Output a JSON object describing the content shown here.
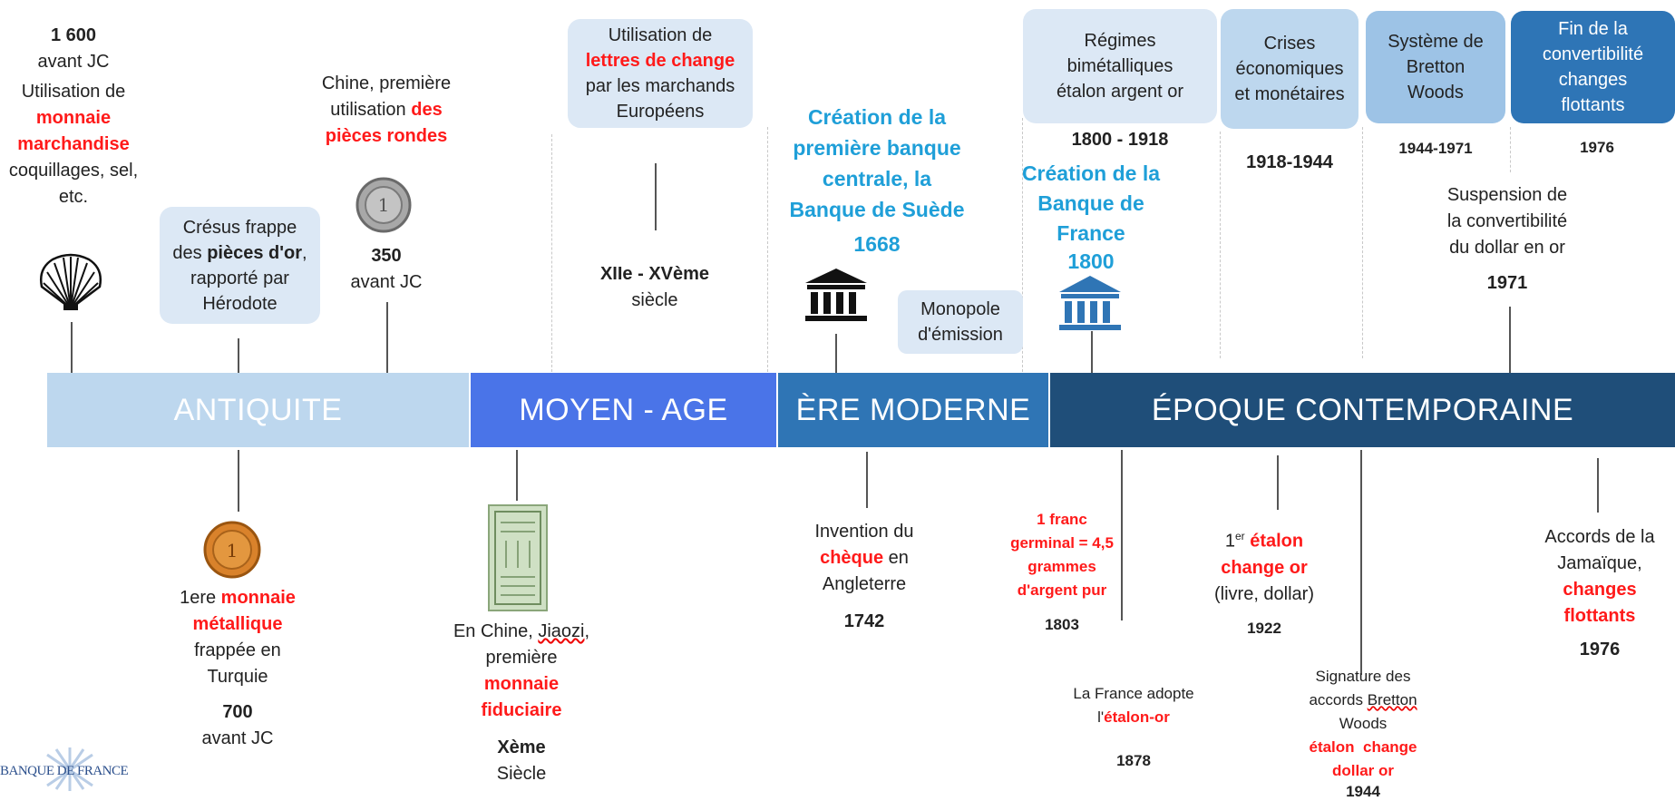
{
  "eras": {
    "antiquite": "ANTIQUITE",
    "moyen_age": "MOYEN - AGE",
    "moderne": "ÈRE MODERNE",
    "contemporaine": "ÉPOQUE CONTEMPORAINE"
  },
  "colors": {
    "antiquite": "#bdd7ee",
    "moyen_age": "#4a74e8",
    "moderne": "#2f75b5",
    "contemporaine": "#1f4e79",
    "red_accent": "#ff1a1a",
    "blue_accent": "#1f9fd8"
  },
  "top": {
    "e1600": {
      "year": "1 600",
      "year_sub": "avant JC",
      "l1": "Utilisation de",
      "red": "monnaie marchandise",
      "l3": ":",
      "l4": "coquillages, sel, etc."
    },
    "cresus": {
      "l1": "Crésus frappe",
      "l2a": "des ",
      "l2b": "pièces d'or",
      "l2c": ",",
      "l3": "rapporté par",
      "l4": "Hérodote"
    },
    "chine": {
      "l1": "Chine, première",
      "l2a": "utilisation ",
      "l2b": "des",
      "red": "pièces rondes",
      "year": "350",
      "year_sub": "avant JC"
    },
    "lettres": {
      "l1": "Utilisation de",
      "red": "lettres de change",
      "l3": "par les marchands",
      "l4": "Européens",
      "date_b": "XIIe - XVème",
      "date_sub": "siècle"
    },
    "suede": {
      "l1": "Création de la",
      "l2": "première banque",
      "l3": "centrale, la",
      "l4": "Banque de Suède",
      "year": "1668"
    },
    "monopole": {
      "l1": "Monopole",
      "l2": "d'émission"
    },
    "bdf": {
      "l1": "Création de la",
      "l2": "Banque de",
      "l3": "France",
      "year": "1800"
    },
    "bimet": {
      "l1": "Régimes",
      "l2": "bimétalliques",
      "l3": "étalon argent or",
      "dates": "1800 - 1918"
    },
    "crises": {
      "l1": "Crises",
      "l2": "économiques",
      "l3": "et monétaires",
      "dates": "1918-1944"
    },
    "bretton": {
      "l1": "Système de",
      "l2": "Bretton",
      "l3": "Woods",
      "dates": "1944-1971"
    },
    "fin": {
      "l1": "Fin de la",
      "l2": "convertibilité",
      "l3": "changes",
      "l4": "flottants",
      "dates": "1976"
    },
    "suspension": {
      "l1": "Suspension de",
      "l2": "la convertibilité",
      "l3": "du dollar en or",
      "year": "1971"
    }
  },
  "bottom": {
    "metal": {
      "l1a": "1ere ",
      "red1": "monnaie",
      "red2": "métallique",
      "l3": "frappée en",
      "l4": "Turquie",
      "year": "700",
      "year_sub": "avant JC"
    },
    "jiaozi": {
      "l1a": "En Chine, ",
      "l1b": "Jiaozi",
      "l1c": ",",
      "l2": "première",
      "red1": "monnaie",
      "red2": "fiduciaire",
      "year": "Xème",
      "year_sub": "Siècle"
    },
    "cheque": {
      "l1": "Invention du",
      "red": "chèque",
      "l2b": " en",
      "l3": "Angleterre",
      "year": "1742"
    },
    "franc": {
      "r1": "1 franc",
      "r2": "germinal = 4,5",
      "r3": "grammes",
      "r4": "d'argent pur",
      "year": "1803"
    },
    "etalon_or": {
      "l1": "La France adopte",
      "l2a": "l'",
      "red": "étalon-or",
      "year": "1878"
    },
    "etalon_change": {
      "l1a": "1",
      "sup": "er",
      "red1": "étalon",
      "red2": "change or",
      "l3": "(livre, dollar)",
      "year": "1922"
    },
    "signature": {
      "l1": "Signature des",
      "l2a": "accords ",
      "l2b": "Bretton",
      "l3": "Woods",
      "red1": "étalon  change",
      "red2": "dollar or",
      "year": "1944"
    },
    "jamaique": {
      "l1": "Accords de la",
      "l2": "Jamaïque,",
      "red1": "changes",
      "red2": "flottants",
      "year": "1976"
    }
  },
  "logo": {
    "text": "BANQUE DE FRANCE"
  }
}
